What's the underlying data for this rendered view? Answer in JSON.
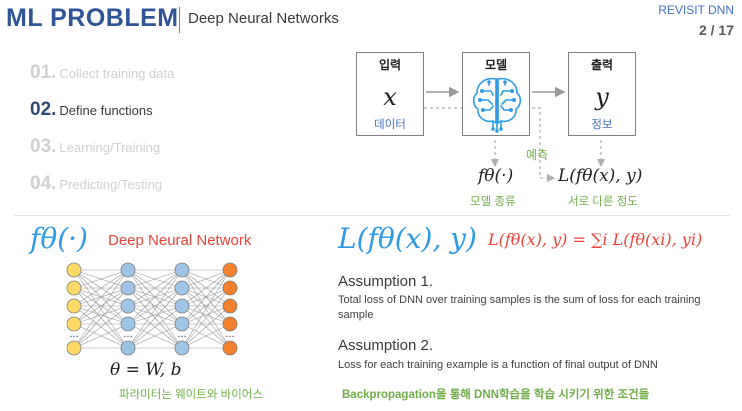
{
  "header": {
    "title": "ML PROBLEM",
    "subtitle": "Deep Neural Networks",
    "revisit": "REVISIT DNN",
    "page": "2 / 17"
  },
  "steps": [
    {
      "num": "01.",
      "label": "Collect training data",
      "active": false
    },
    {
      "num": "02.",
      "label": "Define functions",
      "active": true
    },
    {
      "num": "03.",
      "label": "Learning/Training",
      "active": false
    },
    {
      "num": "04.",
      "label": "Predicting/Testing",
      "active": false
    }
  ],
  "diagram": {
    "input": {
      "label": "입력",
      "var": "x",
      "sub": "데이터"
    },
    "model": {
      "label": "모델"
    },
    "output": {
      "label": "출력",
      "var": "y",
      "sub": "정보"
    },
    "predict_label": "예측",
    "model_func": "fθ(·)",
    "model_func_caption": "모델 종류",
    "loss_func": "L(fθ(x), y)",
    "loss_caption": "서로 다른 정도"
  },
  "left": {
    "func": "fθ(·)",
    "title": "Deep Neural Network",
    "theta": "θ = W, b",
    "params_caption": "파라미터는 웨이트와 바이어스"
  },
  "right": {
    "loss": "L(fθ(x), y)",
    "formula": "L(fθ(x), y) = ∑i L(fθ(xi), yi)",
    "assumption1_title": "Assumption 1.",
    "assumption1_text": "Total loss of DNN over training samples is the sum of loss for each training sample",
    "assumption2_title": "Assumption 2.",
    "assumption2_text": "Loss for each training example is a function of final output of DNN",
    "backprop": "Backpropagation을 통해 DNN학습을 학습 시키기 위한 조건들"
  },
  "network": {
    "layer_sizes": [
      5,
      5,
      5,
      5
    ],
    "colors": [
      "#ffd966",
      "#9dc3e6",
      "#9dc3e6",
      "#f4802c"
    ],
    "ellipsis": "..."
  },
  "colors": {
    "title": "#2f5597",
    "accent_blue": "#4472c4",
    "green": "#70ad47",
    "red": "#e8443a",
    "math_blue": "#2e9be6"
  }
}
